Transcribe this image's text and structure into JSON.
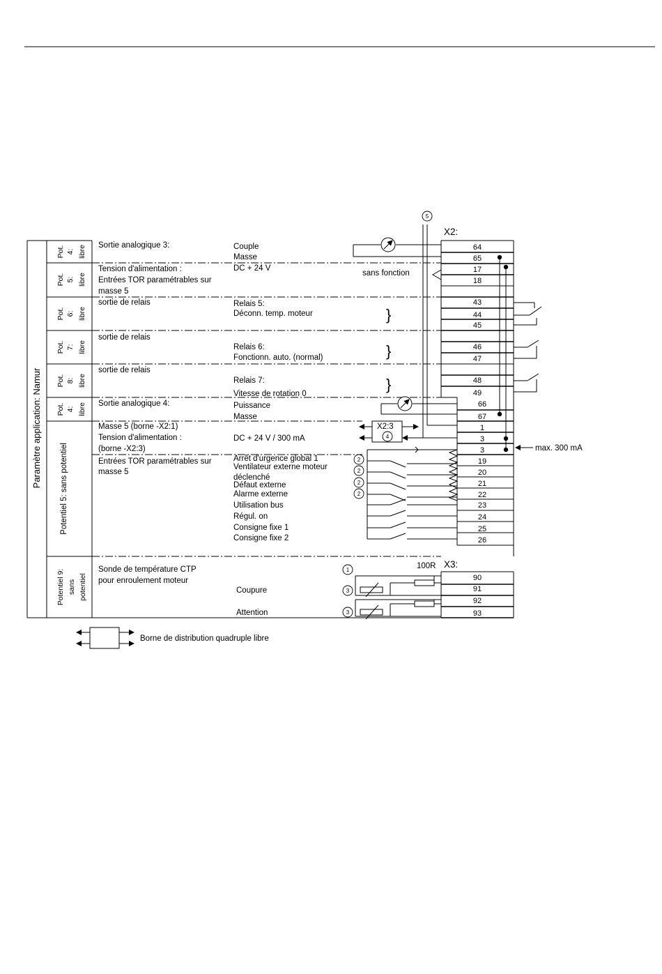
{
  "panel": {
    "title": "Paramètre application: Namur",
    "groups": [
      {
        "label": [
          "Pot.",
          "4:",
          "libre"
        ]
      },
      {
        "label": [
          "Pot.",
          "5:",
          "libre"
        ]
      },
      {
        "label": [
          "Pot.",
          "6:",
          "libre"
        ]
      },
      {
        "label": [
          "Pot.",
          "7:",
          "libre"
        ]
      },
      {
        "label": [
          "Pot.",
          "8:",
          "libre"
        ]
      },
      {
        "label": [
          "Pot.",
          "4:",
          "libre"
        ]
      },
      {
        "label": [
          "Potentiel 5: sans potentiel"
        ]
      },
      {
        "label": [
          "Potentiel 9:",
          "sans",
          "potentiel"
        ]
      }
    ]
  },
  "functions": [
    "Sortie analogique 3:",
    "Tension d'alimentation :",
    "Entrées TOR paramétrables sur",
    "masse 5",
    "sortie de relais",
    "sortie de relais",
    "sortie de relais",
    "Sortie analogique 4:",
    "Masse 5 (borne -X2:1)",
    "Tension d'alimentation :",
    "(borne -X2:3)",
    "Entrées TOR paramétrables sur",
    "masse 5",
    "Sonde de température CTP",
    "pour enroulement moteur"
  ],
  "signals": [
    "Couple",
    "Masse",
    "DC + 24 V",
    "Relais 5:",
    "Déconn. temp. moteur",
    "Relais 6:",
    "Fonctionn. auto. (normal)",
    "Relais 7:",
    "Vitesse de rotation 0",
    "Puissance",
    "Masse",
    "DC + 24 V / 300 mA",
    "Arrêt d'urgence global 1",
    "Ventilateur externe moteur",
    "déclenché",
    "Défaut externe",
    "Alarme externe",
    "Utilisation bus",
    "Régul. on",
    "Consigne fixe 1",
    "Consigne fixe 2",
    "Coupure",
    "Attention"
  ],
  "x2": {
    "label": "X2:",
    "terminals": [
      "64",
      "65",
      "17",
      "18",
      "43",
      "44",
      "45",
      "46",
      "47",
      "48",
      "49",
      "66",
      "67",
      "1",
      "3",
      "3",
      "19",
      "20",
      "21",
      "22",
      "23",
      "24",
      "25",
      "26"
    ]
  },
  "x3": {
    "label": "X3:",
    "terminals": [
      "90",
      "91",
      "92",
      "93"
    ]
  },
  "annotations": {
    "sans_fonction": "sans fonction",
    "max_current": "max. 300 mA",
    "x23_label": "X2:3",
    "resistor": "100R"
  },
  "callouts": [
    "5",
    "4",
    "2",
    "2",
    "2",
    "2",
    "1",
    "3",
    "3"
  ],
  "legend": {
    "text": "Borne de distribution quadruple libre"
  }
}
